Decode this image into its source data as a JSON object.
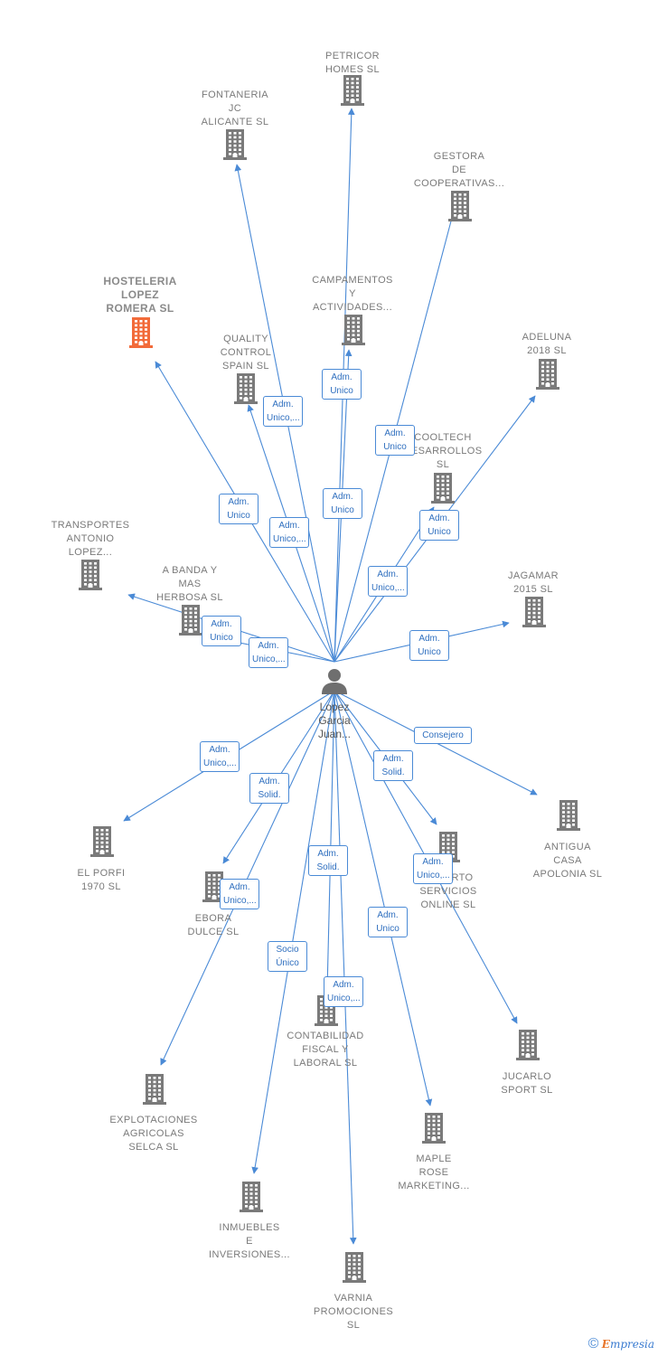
{
  "colors": {
    "edge": "#4a8ad6",
    "building": "#7a7a7a",
    "highlight": "#f26b3a"
  },
  "person": {
    "name": "Lopez\nGarcia\nJuan...",
    "icon": "person-icon"
  },
  "companies": [
    {
      "id": "petricor",
      "label": "PETRICOR\nHOMES  SL"
    },
    {
      "id": "fontaneria",
      "label": "FONTANERIA\nJC\nALICANTE  SL"
    },
    {
      "id": "gestora",
      "label": "GESTORA\nDE\nCOOPERATIVAS..."
    },
    {
      "id": "hosteleria",
      "label": "HOSTELERIA\nLOPEZ\nROMERA  SL",
      "highlight": true
    },
    {
      "id": "campamentos",
      "label": "CAMPAMENTOS\nY\nACTIVIDADES..."
    },
    {
      "id": "quality",
      "label": "QUALITY\nCONTROL\nSPAIN  SL"
    },
    {
      "id": "adeluna",
      "label": "ADELUNA\n2018  SL"
    },
    {
      "id": "cooltech",
      "label": "COOLTECH\nDESARROLLOS\nSL"
    },
    {
      "id": "transportes",
      "label": "TRANSPORTES\nANTONIO\nLOPEZ..."
    },
    {
      "id": "abanda",
      "label": "A BANDA Y\nMAS\nHERBOSA  SL"
    },
    {
      "id": "jagamar",
      "label": "JAGAMAR\n2015  SL"
    },
    {
      "id": "antigua",
      "label": "ANTIGUA\nCASA\nAPOLONIA SL"
    },
    {
      "id": "elporfi",
      "label": "EL PORFI\n1970  SL"
    },
    {
      "id": "ebora",
      "label": "EBORA\nDULCE  SL"
    },
    {
      "id": "experto",
      "label": "EXPERTO\nSERVICIOS\nONLINE SL"
    },
    {
      "id": "contabilidad",
      "label": "CONTABILIDAD\nFISCAL Y\nLABORAL  SL"
    },
    {
      "id": "jucarlo",
      "label": "JUCARLO\nSPORT  SL"
    },
    {
      "id": "explotaciones",
      "label": "EXPLOTACIONES\nAGRICOLAS\nSELCA  SL"
    },
    {
      "id": "maple",
      "label": "MAPLE\nROSE\nMARKETING..."
    },
    {
      "id": "inmuebles",
      "label": "INMUEBLES\nE\nINVERSIONES..."
    },
    {
      "id": "varnia",
      "label": "VARNIA\nPROMOCIONES\nSL"
    }
  ],
  "edges": [
    {
      "to": "petricor",
      "role": "Adm.\nUnico"
    },
    {
      "to": "fontaneria",
      "role": "Adm.\nUnico,..."
    },
    {
      "to": "gestora",
      "role": "Adm.\nUnico"
    },
    {
      "to": "hosteleria",
      "role": "Adm.\nUnico"
    },
    {
      "to": "campamentos",
      "role": "Adm.\nUnico"
    },
    {
      "to": "quality",
      "role": "Adm.\nUnico,..."
    },
    {
      "to": "adeluna",
      "role": "Adm.\nUnico"
    },
    {
      "to": "cooltech",
      "role": "Adm.\nUnico,..."
    },
    {
      "to": "transportes",
      "role": "Adm.\nUnico"
    },
    {
      "to": "abanda",
      "role": "Adm.\nUnico,..."
    },
    {
      "to": "jagamar",
      "role": "Adm.\nUnico"
    },
    {
      "to": "antigua",
      "role": "Consejero"
    },
    {
      "to": "elporfi",
      "role": "Adm.\nUnico,..."
    },
    {
      "to": "ebora",
      "role": "Adm.\nSolid."
    },
    {
      "to": "experto",
      "role": "Adm.\nSolid."
    },
    {
      "to": "explotaciones",
      "role": "Adm.\nUnico,..."
    },
    {
      "to": "contabilidad",
      "role": "Adm.\nSolid."
    },
    {
      "to": "jucarlo",
      "role": "Adm.\nUnico,..."
    },
    {
      "to": "maple",
      "role": "Adm.\nUnico"
    },
    {
      "to": "inmuebles",
      "role": "Socio\nÚnico"
    },
    {
      "to": "varnia",
      "role": "Adm.\nUnico,..."
    }
  ],
  "footer": {
    "copyright": "©",
    "brand_first": "E",
    "brand_rest": "mpresia"
  }
}
